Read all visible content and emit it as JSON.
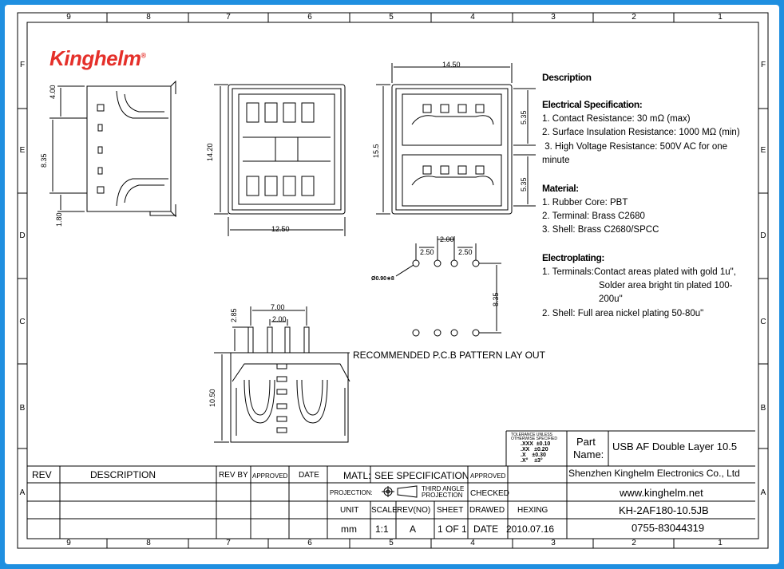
{
  "frame": {
    "column_numbers": [
      "9",
      "8",
      "7",
      "6",
      "5",
      "4",
      "3",
      "2",
      "1"
    ],
    "row_letters": [
      "F",
      "E",
      "D",
      "C",
      "B",
      "A"
    ]
  },
  "logo": {
    "text": "Kinghelm",
    "mark": "®",
    "color": "#e5302a"
  },
  "dimensions": {
    "side_top": "4.00",
    "side_middle": "8.35",
    "side_bottom": "1.80",
    "front_height": "14.20",
    "front_width": "12.50",
    "rear_width": "14.50",
    "rear_height": "15.5",
    "rear_upper": "5.35",
    "rear_lower": "5.35",
    "pcb_pitch_mid": "2.00",
    "pcb_pitch_left": "2.50",
    "pcb_pitch_right": "2.50",
    "pcb_row_gap": "8.35",
    "pcb_hole": "Ø0.90∗8",
    "bottom_pin": "2.85",
    "bottom_width": "7.00",
    "bottom_pitch": "2.00",
    "bottom_height": "10.50"
  },
  "pcb_caption": "RECOMMENDED P.C.B PATTERN LAY OUT",
  "specs": {
    "description_heading": "Description",
    "electrical": {
      "heading": "Electrical Specification:",
      "lines": [
        "1. Contact Resistance: 30 mΩ (max)",
        "2. Surface Insulation Resistance: 1000 MΩ (min)",
        " 3. High Voltage Resistance: 500V AC for one",
        "minute"
      ]
    },
    "material": {
      "heading": "Material:",
      "lines": [
        "1. Rubber Core: PBT",
        "2. Terminal: Brass C2680",
        "3. Shell: Brass C2680/SPCC"
      ]
    },
    "electroplating": {
      "heading": "Electroplating:",
      "lines": [
        "1. Terminals:Contact areas plated with gold 1u\",",
        "Solder area bright tin plated 100-",
        "200u\"",
        "2. Shell: Full area nickel plating 50-80u\""
      ]
    }
  },
  "title_block": {
    "tolerance": {
      "title1": "TOLERANCE UNLESS",
      "title2": "OTHERWISE SPECIFIED",
      "rows": [
        ".XXX  ±0.10",
        ".XX   ±0.20",
        ".X    ±0.30",
        ".X°    ±3°"
      ]
    },
    "part_name_label1": "Part",
    "part_name_label2": "Name:",
    "part_name": "USB AF Double Layer 10.5",
    "company": "Shenzhen Kinghelm Electronics Co., Ltd",
    "website": "www.kinghelm.net",
    "part_number": "KH-2AF180-10.5JB",
    "phone": "0755-83044319",
    "rev": "REV",
    "description": "DESCRIPTION",
    "rev_by": "REV BY",
    "approved": "APPROVED",
    "date": "DATE",
    "matl_label": "MATL:",
    "matl_value": "SEE SPECIFICATION",
    "approved2": "APPROVED",
    "projection_label": "PROJECTION:",
    "projection_value1": "THIRD  ANGLE",
    "projection_value2": "PROJECTION",
    "checked": "CHECKED",
    "unit_label": "UNIT",
    "scale_label": "SCALE",
    "revno_label": "REV(NO)",
    "sheet_label": "SHEET",
    "drawed_label": "DRAWED",
    "drawer": "HEXING",
    "unit_value": "mm",
    "scale_value": "1:1",
    "revno_value": "A",
    "sheet_value": "1 OF 1",
    "date_label2": "DATE",
    "date_value": "2010.07.16"
  }
}
